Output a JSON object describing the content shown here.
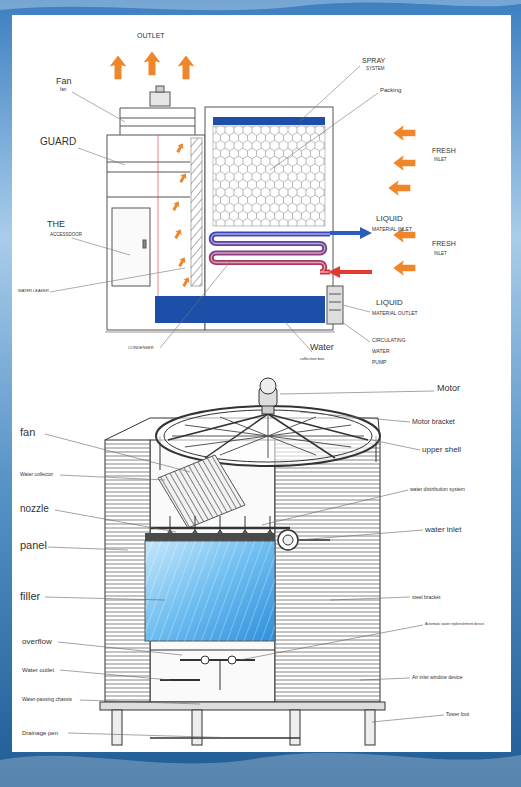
{
  "diagram": {
    "labels": [
      "OUTLET",
      "SPRAY",
      "SYSTEM",
      "Fan",
      "fan",
      "Packing",
      "GUARD",
      "FRESH",
      "INLET",
      "LIQUID",
      "THE",
      "MATERIAL INLET",
      "ACCESSDOOR",
      "FRESH",
      "INLET",
      "WATER LEAKER",
      "LIQUID",
      "MATERIAL OUTLET",
      "CIRCULATING",
      "Water",
      "CONDENSER",
      "WATER",
      "collection box",
      "PUMP",
      "Motor",
      "Motor bracket",
      "fan",
      "upper shell",
      "Water collector",
      "water distribution system",
      "nozzle",
      "water inlet",
      "panel",
      "filler",
      "steel bracket",
      "Automatic water replenishment device",
      "overflow",
      "Water outlet",
      "Air inlet window device",
      "Water-passing chassis",
      "Tower foot",
      "Drainage pen"
    ]
  }
}
